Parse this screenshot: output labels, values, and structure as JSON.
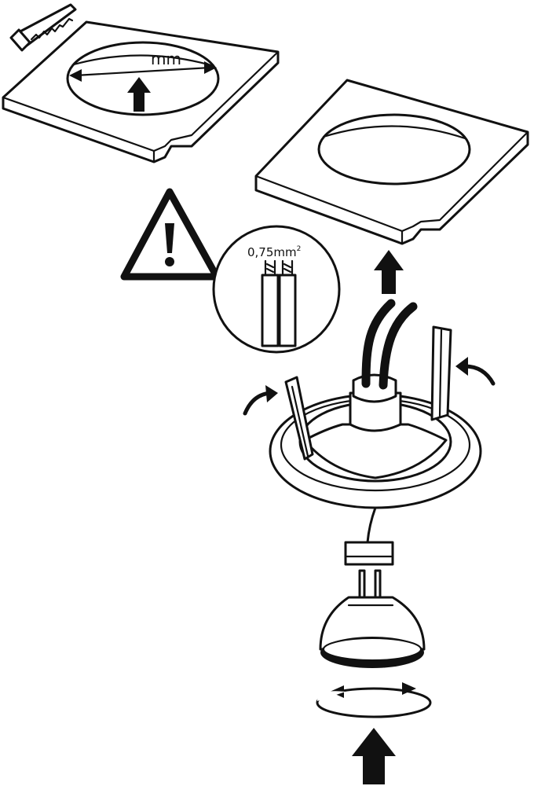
{
  "labels": {
    "hole_diameter_unit": "mm",
    "wire_cross_section": "0,75mm",
    "wire_cross_section_exponent": "2"
  }
}
